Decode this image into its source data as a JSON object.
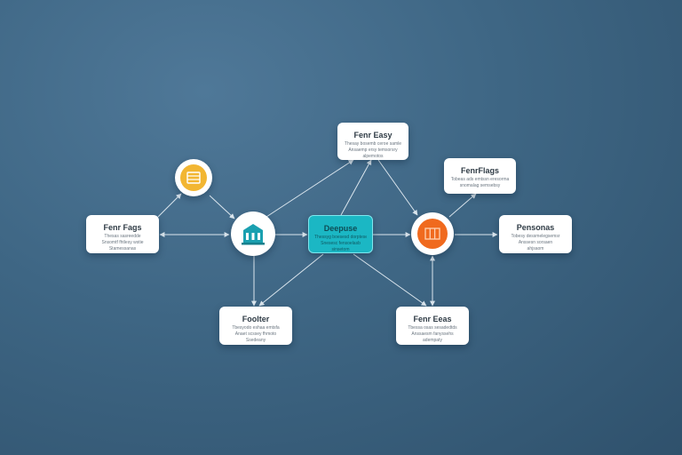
{
  "colors": {
    "edge": "#dbe6ee",
    "accent_teal": "#1bb7c4",
    "accent_yellow": "#f2b632",
    "accent_orange": "#f06a1e",
    "building_teal": "#1aa0b0"
  },
  "nodes": {
    "top_card": {
      "title": "Fenr Easy",
      "lines": [
        "Thesay bosemb ceroe samle",
        "Ansaemp ersy temsorsry",
        "alpemotos"
      ]
    },
    "right_top_card": {
      "title": "FenrFlags",
      "lines": [
        "Tobeas ads emtssn eresorma",
        "snomalag semsebsy"
      ]
    },
    "left_card": {
      "title": "Fenr Fags",
      "lines": [
        "Thesas sasreedde",
        "Snsomtf fhtlesy wstie",
        "Stamessanas"
      ]
    },
    "center_card": {
      "title": "Deepuse",
      "lines": [
        "Thessyg boesesd dorptese",
        "Snesesc fensoelasb",
        "sinsetom"
      ]
    },
    "right_card": {
      "title": "Pensonas",
      "lines": [
        "Tobesy dessmelegsemsr",
        "Anssesn sorsaen",
        "ahjsaom"
      ]
    },
    "bottom_left_card": {
      "title": "Foolter",
      "lines": [
        "Tbesyodo eshaa emtsfa",
        "Anaet scssey fhmoto",
        "Ssedeany"
      ]
    },
    "bottom_right_card": {
      "title": "Fenr Eeas",
      "lines": [
        "Tbessa osas sesadedtds",
        "Anssaesm fanyssehs",
        "adempaty"
      ]
    }
  },
  "icons": {
    "yellow_node": "archive-box-icon",
    "hub_node": "building-icon",
    "orange_node": "columns-icon"
  }
}
